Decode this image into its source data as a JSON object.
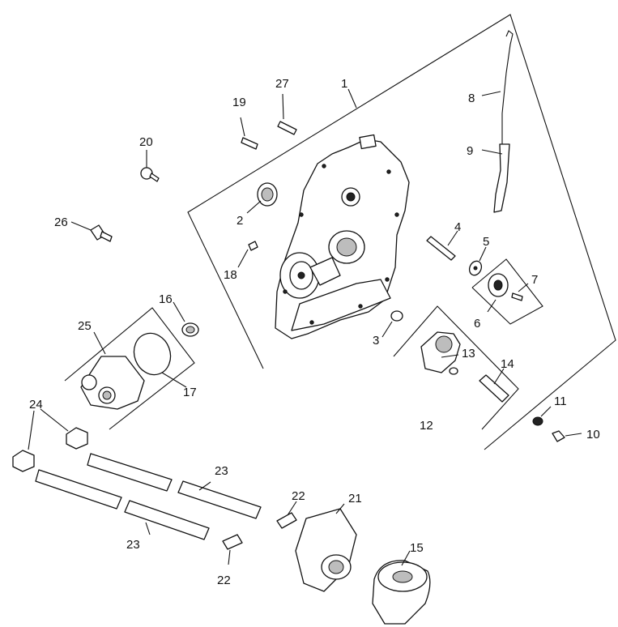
{
  "diagram": {
    "callouts": [
      {
        "id": "c1",
        "text": "1"
      },
      {
        "id": "c2",
        "text": "2"
      },
      {
        "id": "c3",
        "text": "3"
      },
      {
        "id": "c4",
        "text": "4"
      },
      {
        "id": "c5",
        "text": "5"
      },
      {
        "id": "c6",
        "text": "6"
      },
      {
        "id": "c7",
        "text": "7"
      },
      {
        "id": "c8",
        "text": "8"
      },
      {
        "id": "c9",
        "text": "9"
      },
      {
        "id": "c10",
        "text": "10"
      },
      {
        "id": "c11",
        "text": "11"
      },
      {
        "id": "c12",
        "text": "12"
      },
      {
        "id": "c13",
        "text": "13"
      },
      {
        "id": "c14",
        "text": "14"
      },
      {
        "id": "c15",
        "text": "15"
      },
      {
        "id": "c16",
        "text": "16"
      },
      {
        "id": "c17",
        "text": "17"
      },
      {
        "id": "c18",
        "text": "18"
      },
      {
        "id": "c19",
        "text": "19"
      },
      {
        "id": "c20",
        "text": "20"
      },
      {
        "id": "c21",
        "text": "21"
      },
      {
        "id": "c22a",
        "text": "22"
      },
      {
        "id": "c22b",
        "text": "22"
      },
      {
        "id": "c23a",
        "text": "23"
      },
      {
        "id": "c23b",
        "text": "23"
      },
      {
        "id": "c24",
        "text": "24"
      },
      {
        "id": "c25",
        "text": "25"
      },
      {
        "id": "c26",
        "text": "26"
      },
      {
        "id": "c27",
        "text": "27"
      }
    ]
  }
}
